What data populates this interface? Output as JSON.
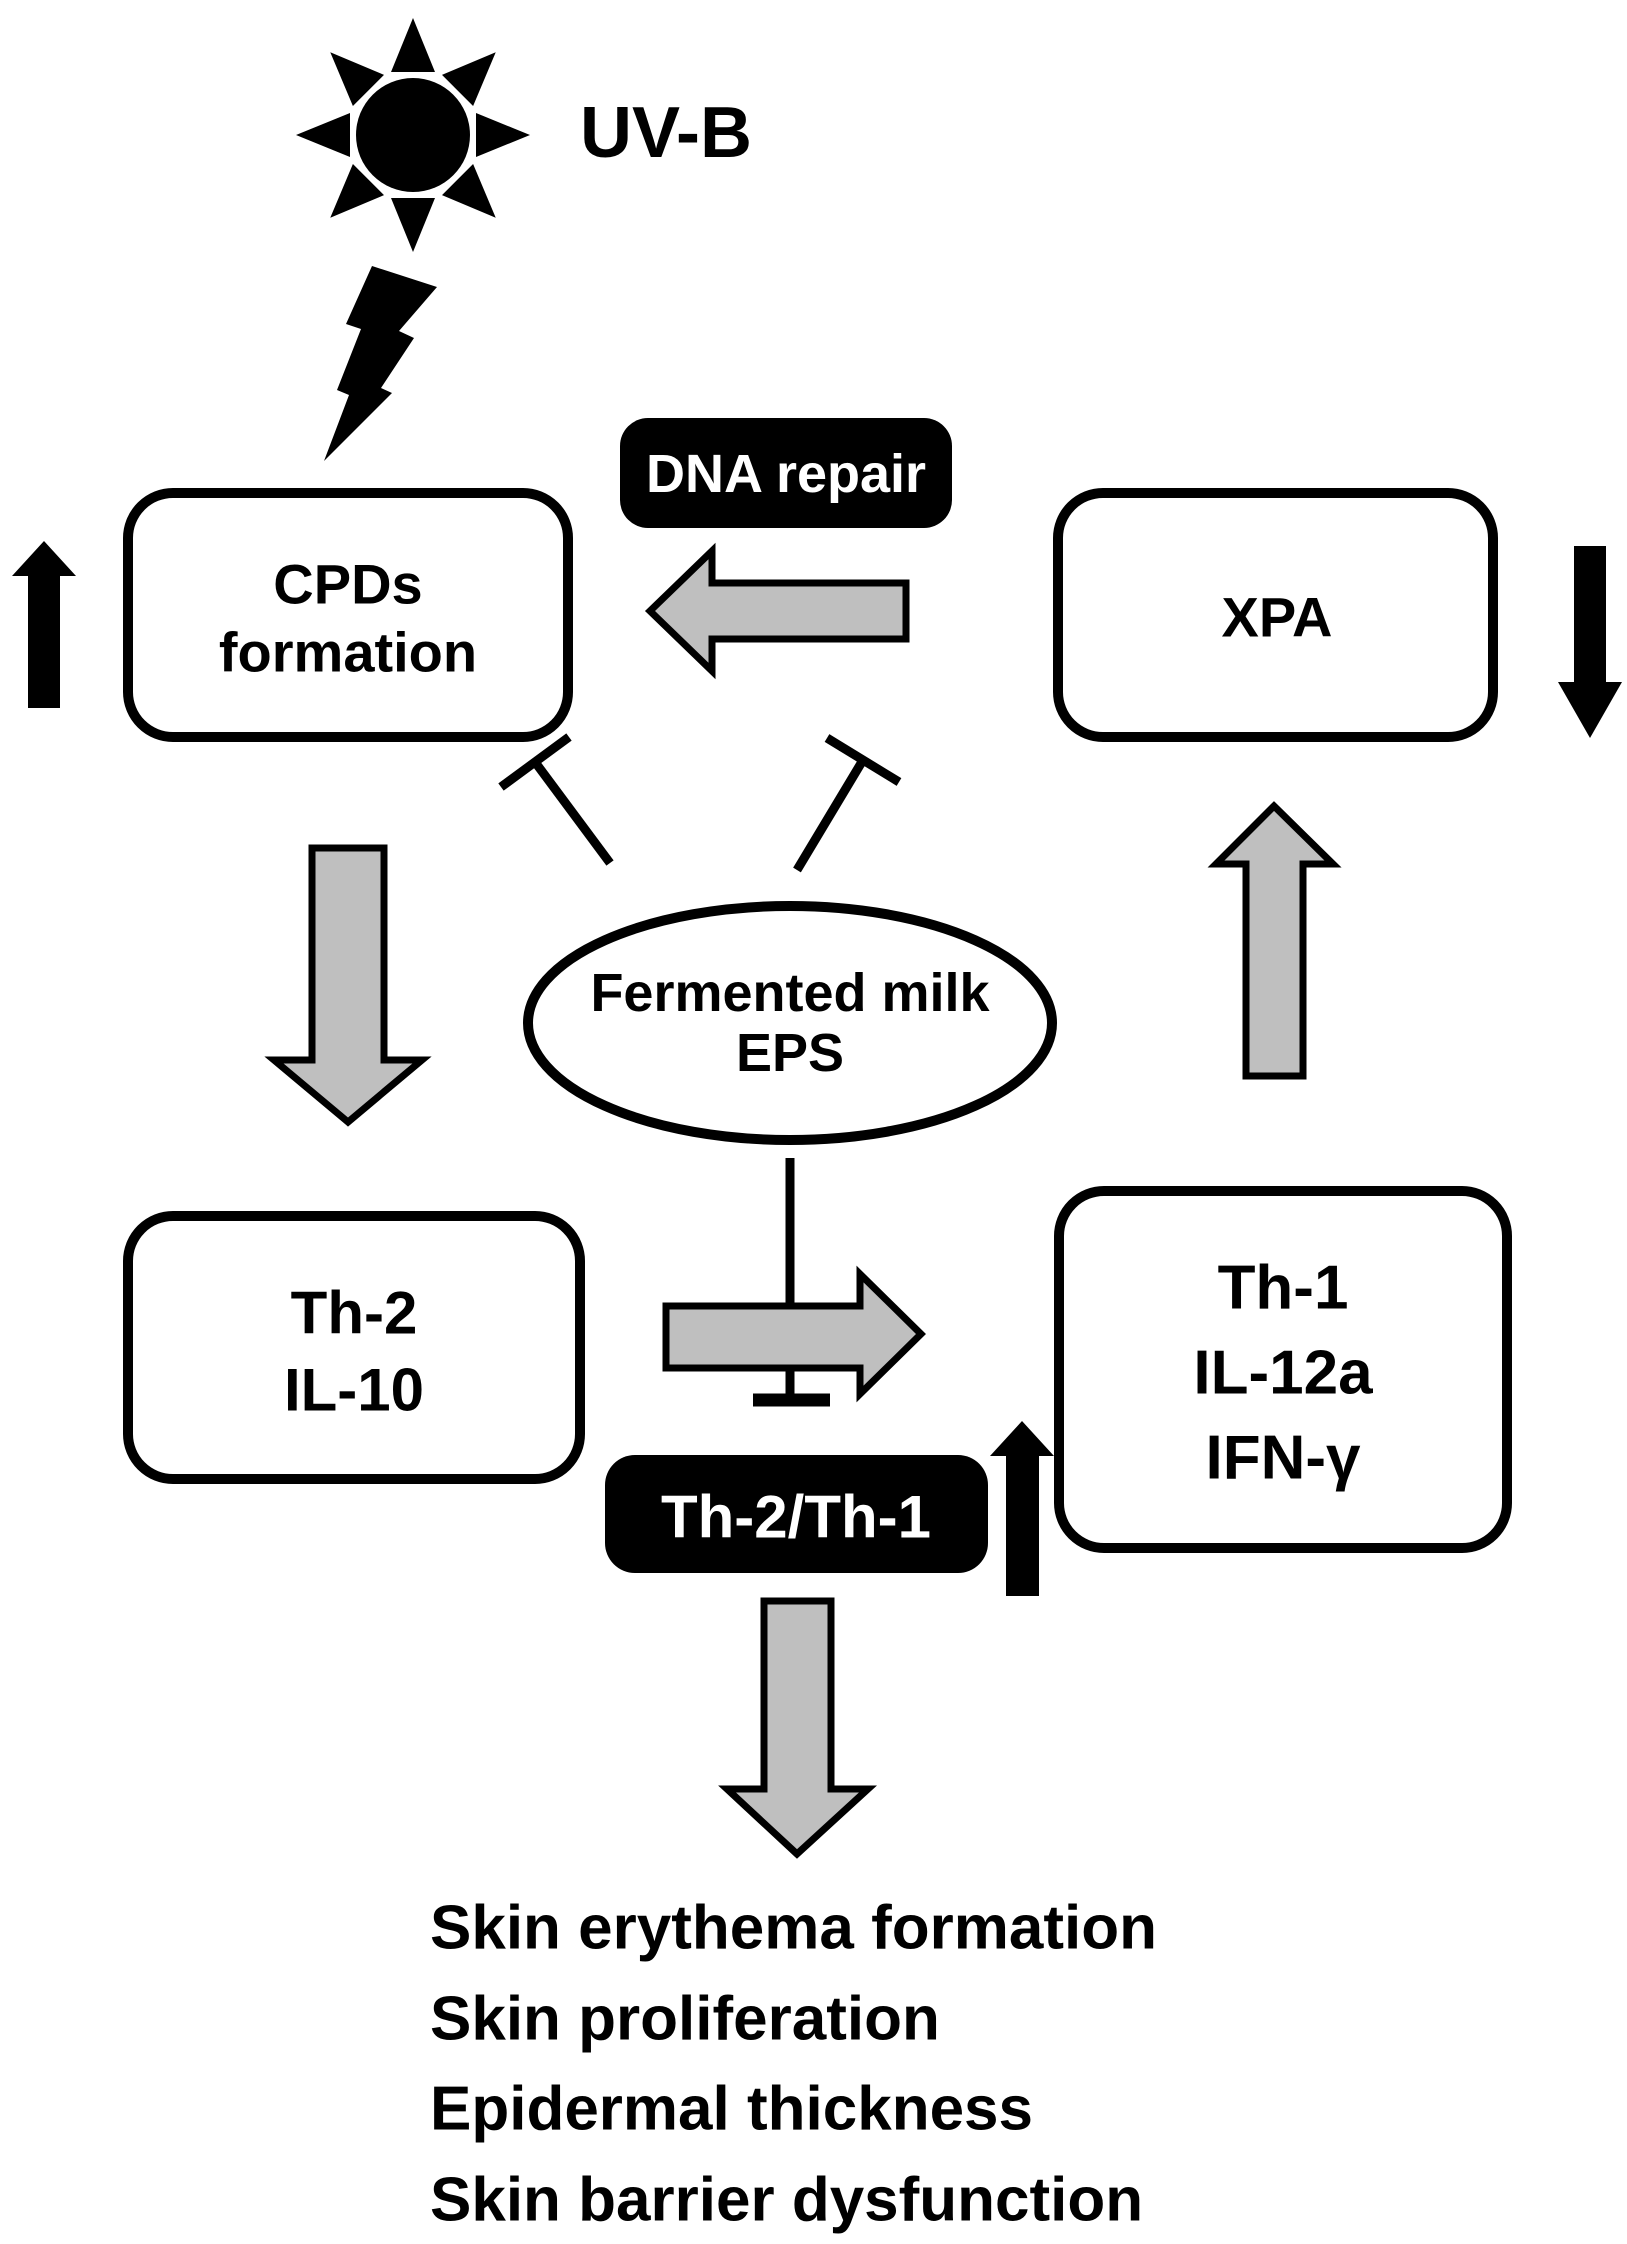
{
  "figure": {
    "uv_label": "UV-B",
    "nodes": {
      "cpds": {
        "line1": "CPDs",
        "line2": "formation"
      },
      "dna_repair": {
        "label": "DNA repair"
      },
      "xpa": {
        "label": "XPA"
      },
      "eps": {
        "line1": "Fermented milk",
        "line2": "EPS"
      },
      "th2": {
        "line1": "Th-2",
        "line2": "IL-10"
      },
      "th1": {
        "line1": "Th-1",
        "line2": "IL-12a",
        "line3": "IFN-γ"
      },
      "th2_th1_ratio": {
        "label": "Th-2/Th-1"
      }
    },
    "outcomes": [
      "Skin erythema formation",
      "Skin proliferation",
      "Epidermal thickness",
      "Skin barrier dysfunction"
    ],
    "colors": {
      "arrow_gray": "#bfbfbf",
      "line_black": "#000000",
      "label_bg_black": "#000000",
      "label_text_white": "#ffffff"
    }
  }
}
